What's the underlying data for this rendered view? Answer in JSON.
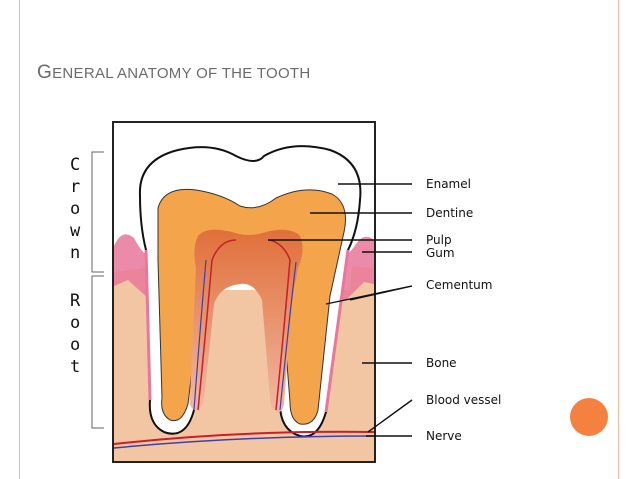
{
  "slide": {
    "title_initial": "G",
    "title_rest": "ENERAL ANATOMY OF THE TOOTH"
  },
  "diagram": {
    "labels": [
      "Enamel",
      "Dentine",
      "Pulp",
      "Gum",
      "Cementum",
      "Bone",
      "Blood vessel",
      "Nerve"
    ],
    "crown_letters": [
      "C",
      "r",
      "o",
      "w",
      "n"
    ],
    "root_letters": [
      "R",
      "o",
      "o",
      "t"
    ]
  },
  "colors": {
    "accent_line": "#f0b9a7",
    "accent_dot": "#f4813f",
    "bone": "#f3c6a3",
    "dentine": "#f4a44a",
    "pulp": "#f1b8a3",
    "gum": "#e9779a",
    "enamel": "#ffffff"
  }
}
